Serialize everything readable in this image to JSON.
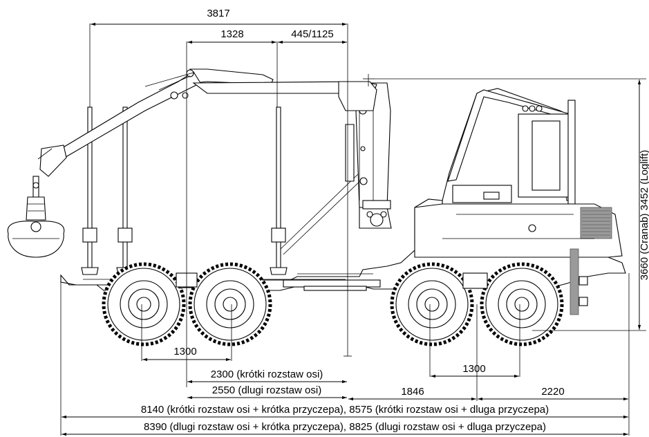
{
  "dimensions": {
    "top_overall": "3817",
    "boom_reach": "1328",
    "crane_offset": "445/1125",
    "height": "3660 (Cranab) 3452 (Loglift)",
    "rear_bogie": "1300",
    "short_wheelbase": "2300 (krótki rozstaw osi)",
    "long_wheelbase": "2550 (dlugi rozstaw osi)",
    "front_bogie": "1300",
    "front_axle": "1846",
    "front_overhang": "2220",
    "length_short_wb": "8140 (krótki rozstaw osi + krótka przyczepa), 8575 (krótki rozstaw osi + dluga przyczepa)",
    "length_long_wb": "8390 (dlugi rozstaw osi + krótka przyczepa), 8825 (dlugi rozstaw osi + dluga przyczepa)"
  },
  "colors": {
    "line": "#000000",
    "shading": "#9a9a9a",
    "background": "#ffffff"
  }
}
